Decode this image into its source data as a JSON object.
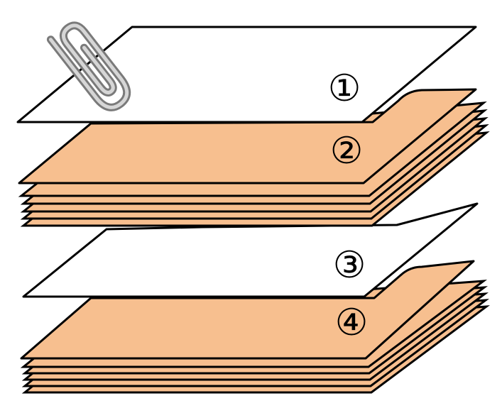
{
  "diagram": {
    "colors": {
      "sheet_white": "#ffffff",
      "sheet_orange": "#f7bf8f",
      "outline": "#000000",
      "clip": "#a8a8a8"
    },
    "icons": {
      "clip": "paperclip-icon"
    },
    "sheets": [
      {
        "label": "①",
        "kind": "single-white-sheet"
      },
      {
        "label": "②",
        "kind": "orange-sheet-stack"
      },
      {
        "label": "③",
        "kind": "single-white-sheet"
      },
      {
        "label": "④",
        "kind": "orange-sheet-stack"
      }
    ]
  }
}
